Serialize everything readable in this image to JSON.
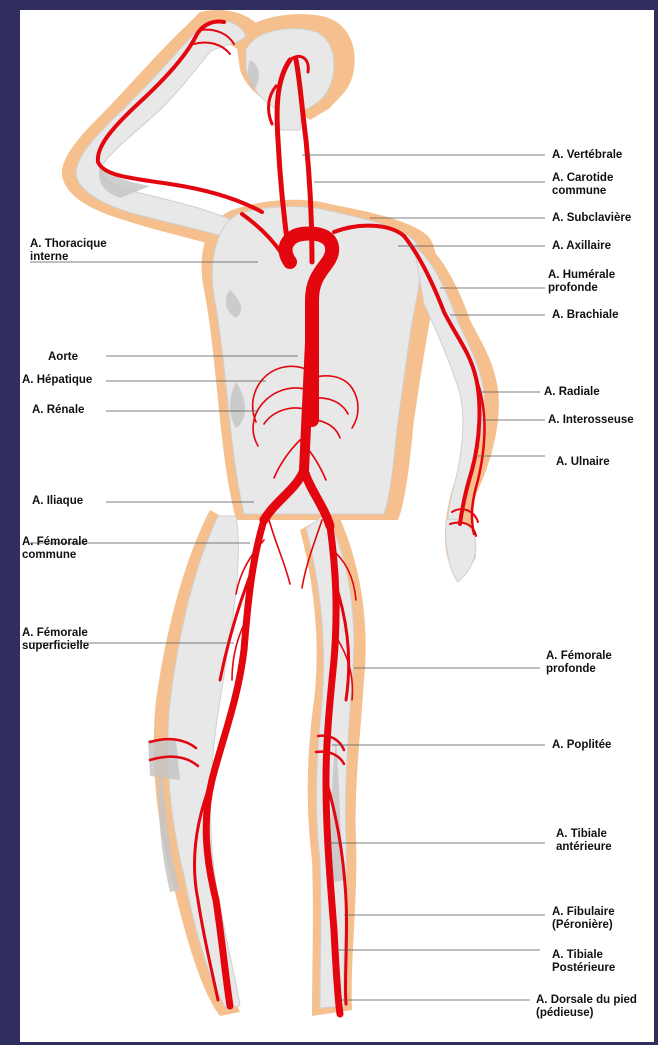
{
  "colors": {
    "background_frame": "#2f2e5e",
    "canvas": "#ffffff",
    "skin": "#f6c08e",
    "body_fill": "#e6e6e6",
    "shadow": "#c8c8c8",
    "artery": "#e3060f",
    "leader_line": "#555555"
  },
  "labels_left": [
    {
      "id": "thoracique-interne",
      "text": "A. Thoracique\ninterne"
    },
    {
      "id": "aorte",
      "text": "Aorte"
    },
    {
      "id": "hepatique",
      "text": "A. Hépatique"
    },
    {
      "id": "renale",
      "text": "A. Rénale"
    },
    {
      "id": "iliaque",
      "text": "A. Iliaque"
    },
    {
      "id": "femorale-commune",
      "text": "A. Fémorale\ncommune"
    },
    {
      "id": "femorale-superficielle",
      "text": "A. Fémorale\nsuperficielle"
    }
  ],
  "labels_right": [
    {
      "id": "vertebrale",
      "text": "A. Vertébrale"
    },
    {
      "id": "carotide",
      "text": "A. Carotide\ncommune"
    },
    {
      "id": "subclaviere",
      "text": "A. Subclavière"
    },
    {
      "id": "axillaire",
      "text": "A. Axillaire"
    },
    {
      "id": "humerale",
      "text": "A. Humérale\nprofonde"
    },
    {
      "id": "brachiale",
      "text": "A. Brachiale"
    },
    {
      "id": "radiale",
      "text": "A. Radiale"
    },
    {
      "id": "interosseuse",
      "text": "A. Interosseuse"
    },
    {
      "id": "ulnaire",
      "text": "A. Ulnaire"
    },
    {
      "id": "femorale-profonde",
      "text": "A. Fémorale\nprofonde"
    },
    {
      "id": "poplitee",
      "text": "A. Poplitée"
    },
    {
      "id": "tibiale-anterieure",
      "text": "A. Tibiale\nantérieure"
    },
    {
      "id": "fibulaire",
      "text": "A. Fibulaire\n(Péronière)"
    },
    {
      "id": "tibiale-posterieure",
      "text": "A. Tibiale\nPostérieure"
    },
    {
      "id": "dorsale-pied",
      "text": "A. Dorsale du pied\n(pédieuse)"
    }
  ]
}
